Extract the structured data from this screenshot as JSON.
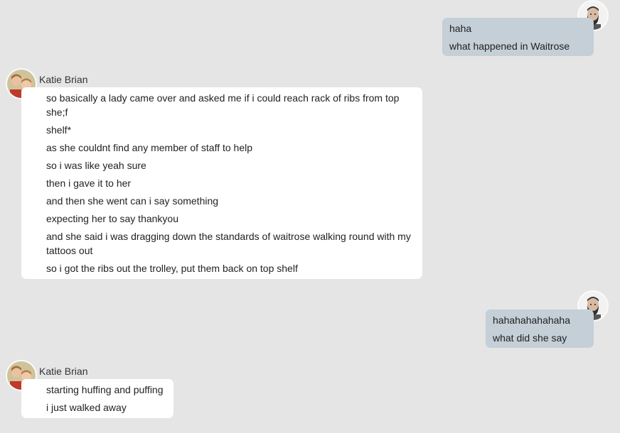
{
  "thread": [
    {
      "direction": "outgoing",
      "avatar_icon": "bearded-man-avatar",
      "messages": [
        "haha",
        "what happened in Waitrose"
      ]
    },
    {
      "direction": "incoming",
      "sender": "Katie Brian",
      "avatar_icon": "two-children-photo-avatar",
      "messages": [
        "so basically a lady came over and asked me if i could reach rack of ribs from top she;f",
        "shelf*",
        "as she couldnt find any member of staff to help",
        "so i was like yeah sure",
        "then i gave it to her",
        "and then she went can i say something",
        "expecting her to say thankyou",
        "and she said i was dragging down the standards of waitrose walking round with my tattoos out",
        "so i got the ribs out the trolley, put them back on top shelf"
      ]
    },
    {
      "direction": "outgoing",
      "avatar_icon": "bearded-man-avatar",
      "messages": [
        "hahahahahahaha",
        "what did she say"
      ]
    },
    {
      "direction": "incoming",
      "sender": "Katie Brian",
      "avatar_icon": "two-children-photo-avatar",
      "messages": [
        "starting huffing and puffing",
        "i just walked away"
      ]
    }
  ],
  "colors": {
    "background": "#e5e5e5",
    "outgoing_bubble": "#c4cfd7",
    "incoming_bubble": "#ffffff"
  }
}
